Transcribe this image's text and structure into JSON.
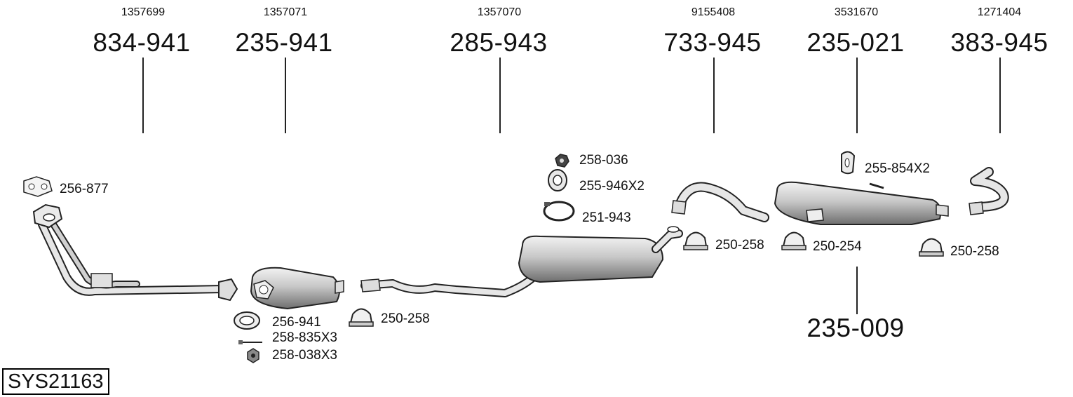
{
  "sections": [
    {
      "oe": "1357699",
      "part": "834-941"
    },
    {
      "oe": "1357071",
      "part": "235-941"
    },
    {
      "oe": "1357070",
      "part": "285-943"
    },
    {
      "oe": "9155408",
      "part": "733-945"
    },
    {
      "oe": "3531670",
      "part": "235-021"
    },
    {
      "oe": "1271404",
      "part": "383-945"
    }
  ],
  "extra_part": "235-009",
  "accessories": [
    "256-877",
    "256-941",
    "258-835X3",
    "258-038X3",
    "250-258",
    "258-036",
    "255-946X2",
    "251-943",
    "250-258",
    "250-254",
    "255-854X2",
    "250-258"
  ],
  "system_code": "SYS21163"
}
